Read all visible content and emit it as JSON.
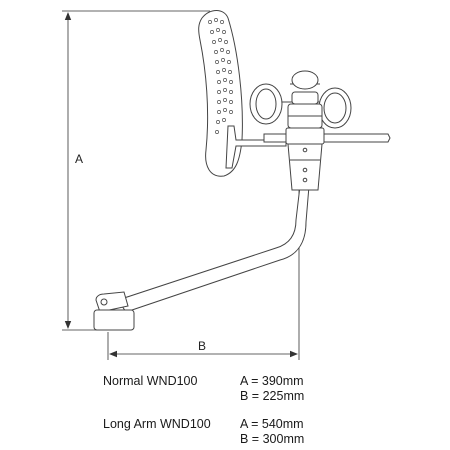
{
  "dimensions": {
    "a_label": "A",
    "b_label": "B"
  },
  "specs": [
    {
      "name": "Normal WND100",
      "a_value": "A = 390mm",
      "b_value": "B = 225mm"
    },
    {
      "name": "Long Arm WND100",
      "a_value": "A = 540mm",
      "b_value": "B = 300mm"
    }
  ],
  "colors": {
    "line": "#444444",
    "dimension": "#333333"
  }
}
